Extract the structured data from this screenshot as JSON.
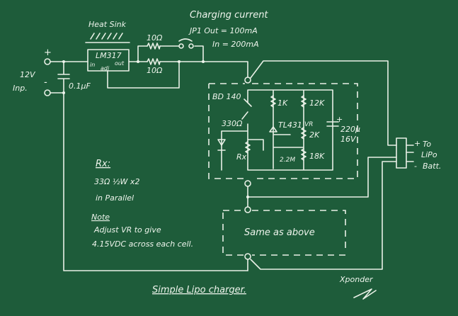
{
  "input": {
    "plus": "+",
    "minus": "-",
    "voltage": "12V",
    "label": "Inp."
  },
  "capacitor": "0.1µF",
  "regulator": {
    "heatsink": "Heat Sink",
    "name": "LM317",
    "pin_in": "in",
    "pin_out": "out",
    "pin_adj": "adj"
  },
  "resistors": {
    "r1": "10Ω",
    "r2": "10Ω"
  },
  "charging": {
    "title": "Charging current",
    "jp1": "JP1   Out = 100mA",
    "in": "In = 200mA"
  },
  "cell": {
    "transistor": "BD 140",
    "r330": "330Ω",
    "rx": "Rx",
    "r1k": "1K",
    "r12k": "12K",
    "tl431": "TL431",
    "vr": "VR",
    "vr2k": "2K",
    "r22m": "2.2M",
    "r18k": "18K",
    "cap": "220µ",
    "capv": "16V",
    "plus": "+"
  },
  "output": {
    "plus": "+",
    "to": "To",
    "lipo": "LiPo",
    "minus": "-",
    "batt": "Batt."
  },
  "second_cell": "Same as above",
  "notes": {
    "rx_title": "Rx:",
    "rx_value": "33Ω ½W x2",
    "rx_parallel": "in Parallel",
    "note_title": "Note",
    "note_line1": "Adjust VR to give",
    "note_line2": "4.15VDC across each cell."
  },
  "title": "Simple Lipo charger.",
  "signature": "Xponder"
}
